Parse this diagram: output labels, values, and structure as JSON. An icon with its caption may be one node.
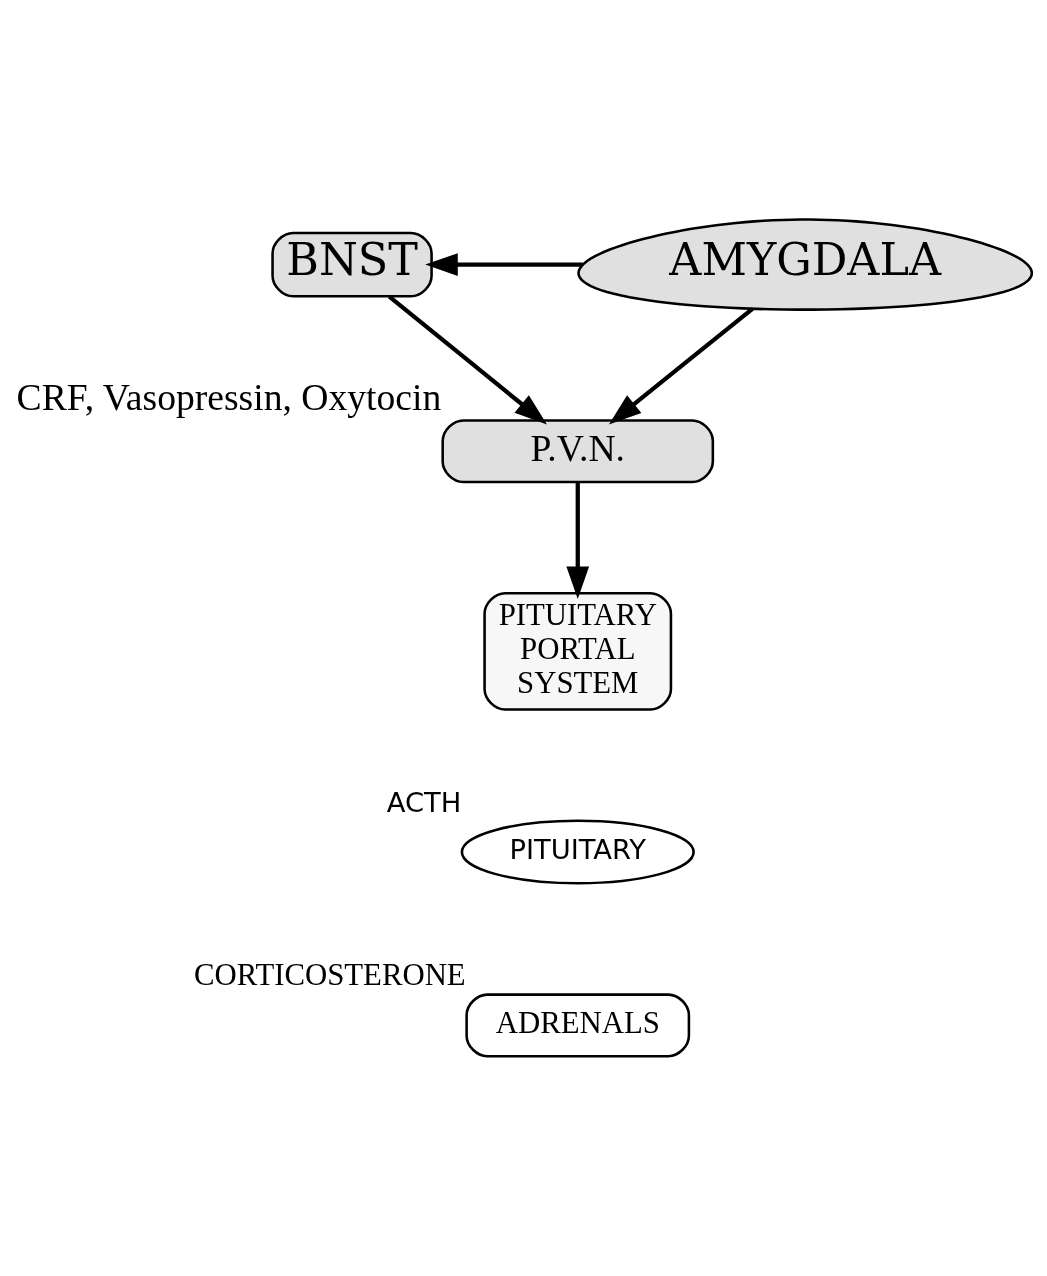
{
  "diagram": {
    "nodes": [
      {
        "text": [
          "BNST"
        ]
      },
      {
        "text": [
          "AMYGDALA"
        ]
      },
      {
        "text": [
          "P.V.N."
        ],
        "beside": [
          "CRF, Vasopressin, Oxytocin"
        ]
      },
      {
        "text": [
          "PITUITARY PORTAL SYSTEM"
        ]
      },
      {
        "text": [
          "PITUITARY"
        ],
        "beside": [
          "ACTH"
        ]
      },
      {
        "text": [
          "ADRENALS"
        ],
        "beside": [
          "CORTICOSTERONE"
        ]
      }
    ],
    "edges": [
      {
        "from": 0,
        "to": 2,
        "arrow": "to"
      },
      {
        "from": 1,
        "to": 0,
        "arrow": "to"
      },
      {
        "from": 1,
        "to": 2,
        "arrow": "to"
      },
      {
        "from": 2,
        "to": 3,
        "arrow": "to"
      }
    ]
  }
}
